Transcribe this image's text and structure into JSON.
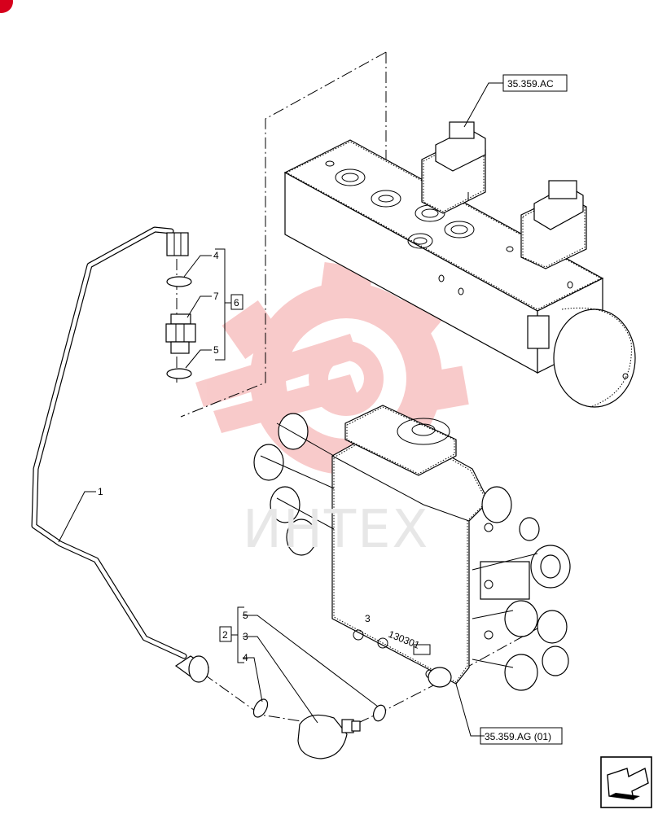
{
  "callouts": {
    "ref_top": "35.359.AC",
    "ref_bottom": "35.359.AG (01)",
    "item_1": "1",
    "item_2": "2",
    "item_3": "3",
    "item_4a": "4",
    "item_4b": "4",
    "item_5a": "5",
    "item_5b": "5",
    "item_6": "6",
    "item_7": "7"
  },
  "valve_marks": {
    "mark_3": "3",
    "serial": "130301"
  },
  "watermark": {
    "text": "ИНТЕХ"
  },
  "icons": {
    "corner": "red-badge-icon",
    "nav": "next-page-arrow-icon",
    "logo": "gear-logo-icon"
  },
  "colors": {
    "watermark_logo": "#f6b9b9",
    "watermark_text": "#e7e7e7",
    "badge": "#d6001c"
  }
}
